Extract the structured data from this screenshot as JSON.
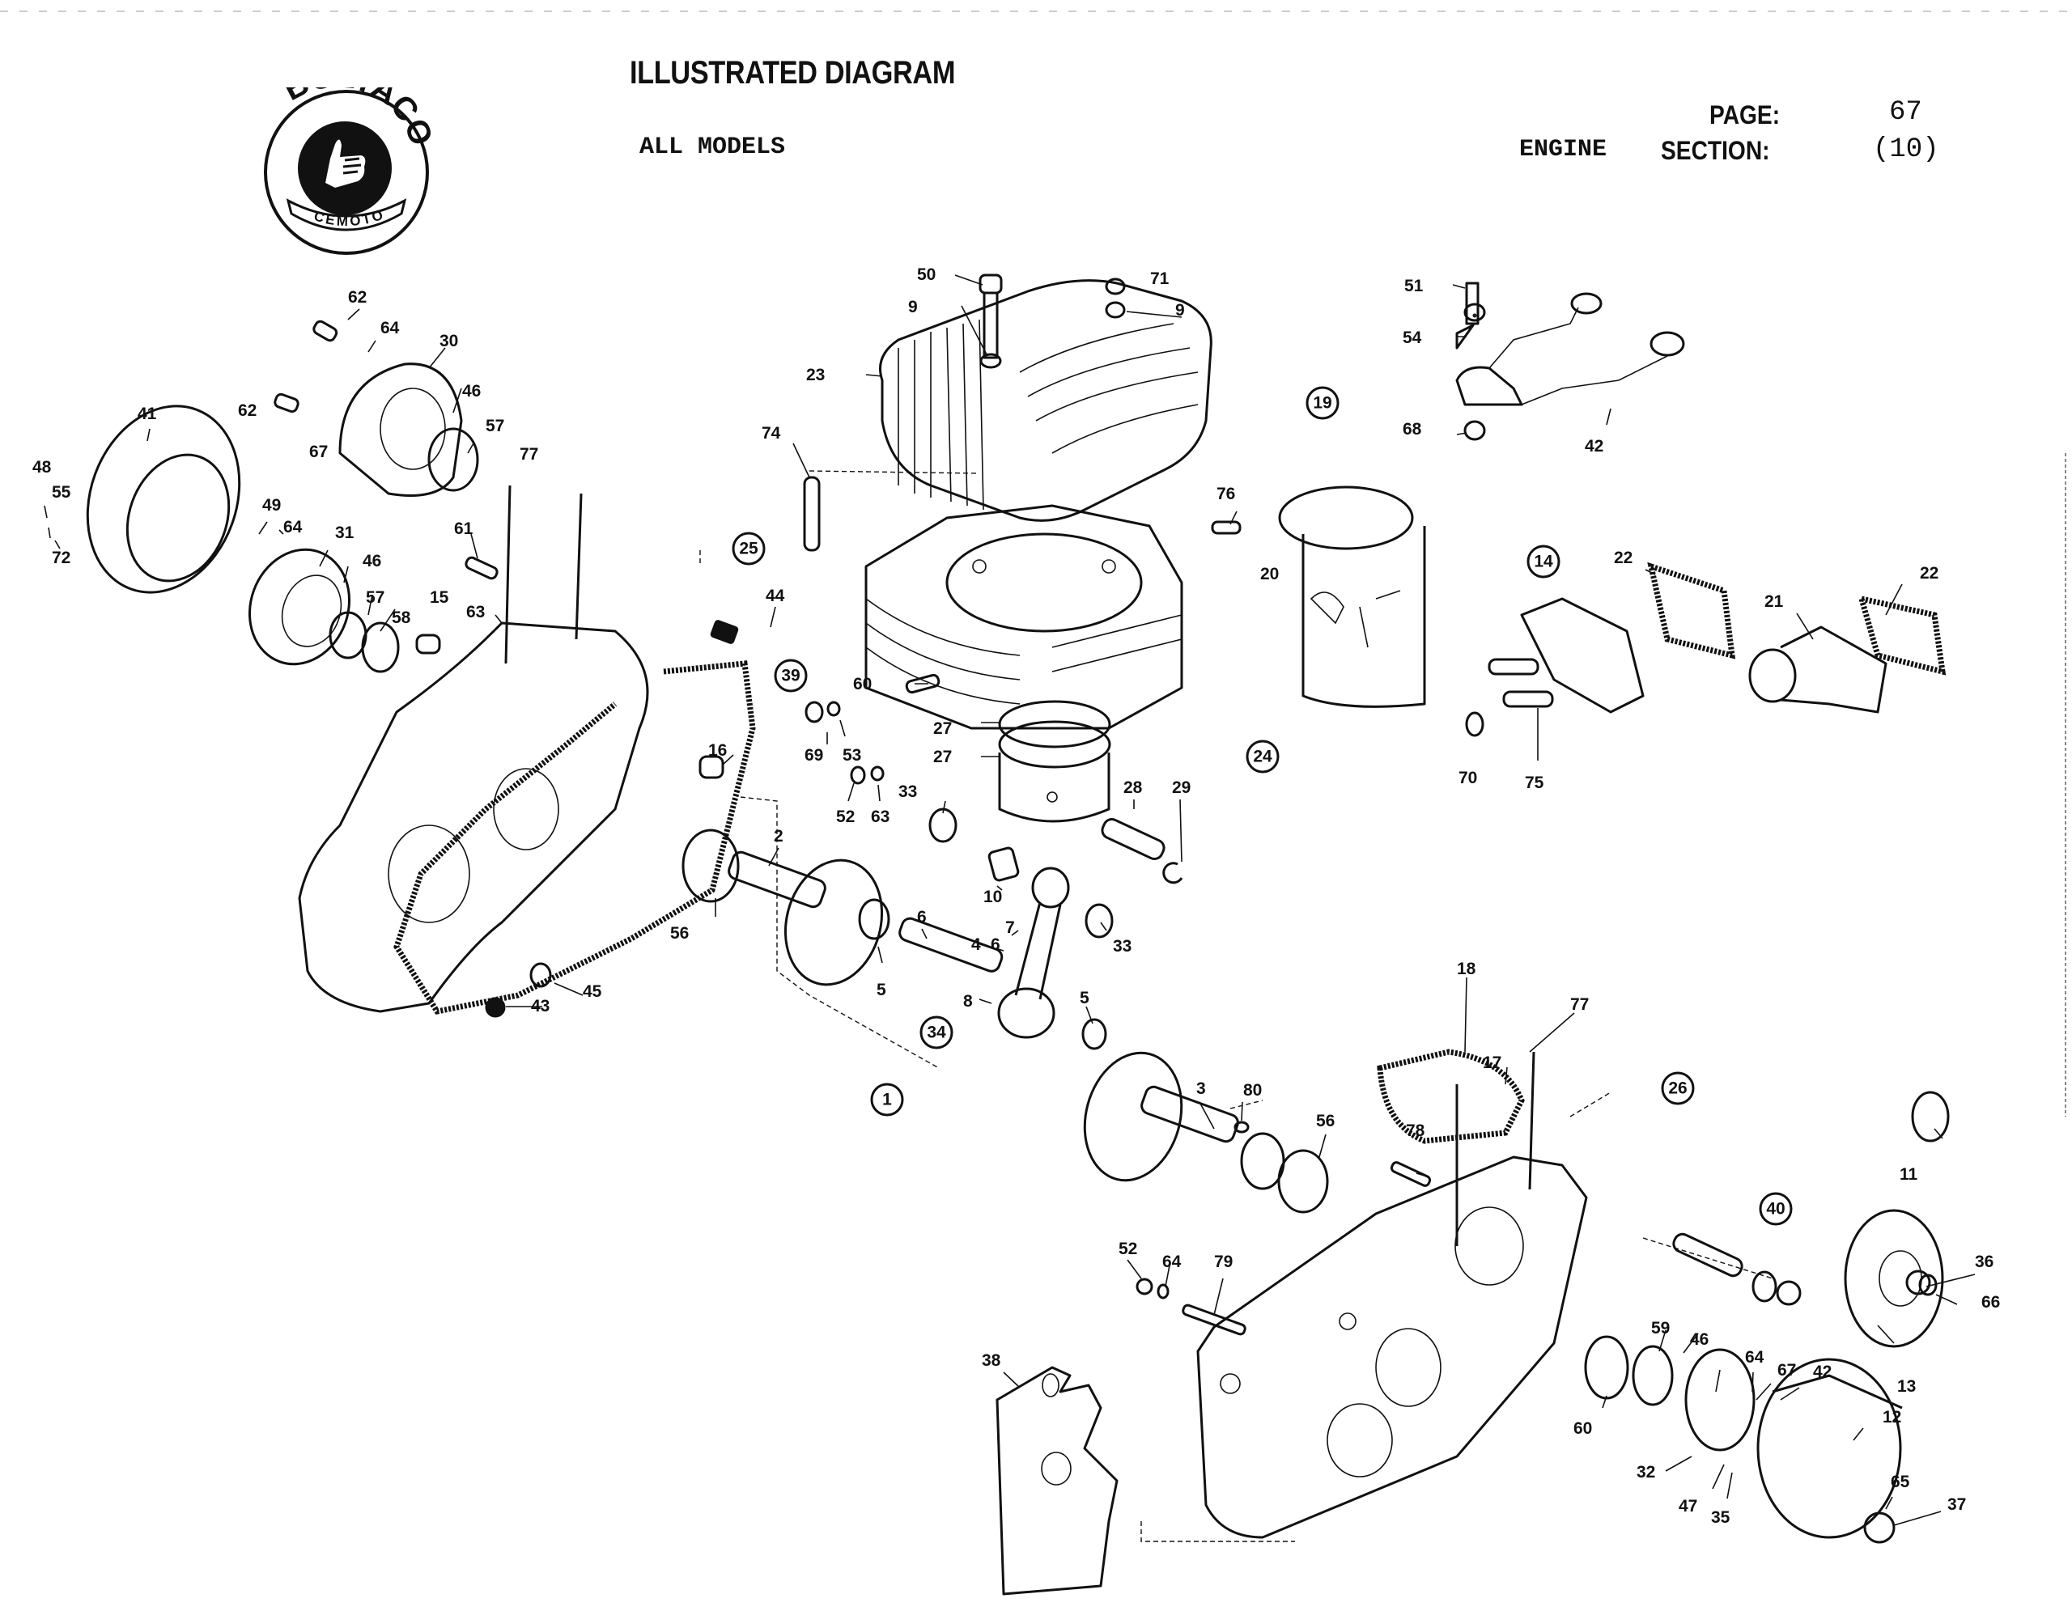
{
  "header": {
    "title": "ILLUSTRATED DIAGRAM",
    "models": "ALL MODELS",
    "page_label": "PAGE:",
    "page_number": "67",
    "engine_label": "ENGINE",
    "section_label": "SECTION:",
    "section_number": "(10)"
  },
  "logo": {
    "brand": "BULTACO",
    "ribbon": "CEMOTO",
    "icon": "thumbs-up-icon"
  },
  "callouts": [
    {
      "id": "50"
    },
    {
      "id": "71"
    },
    {
      "id": "9a",
      "label": "9"
    },
    {
      "id": "9b",
      "label": "9"
    },
    {
      "id": "23"
    },
    {
      "id": "74"
    },
    {
      "id": "76"
    },
    {
      "id": "20"
    },
    {
      "id": "51"
    },
    {
      "id": "54"
    },
    {
      "id": "68"
    },
    {
      "id": "42a",
      "label": "42"
    },
    {
      "id": "22a",
      "label": "22"
    },
    {
      "id": "22b",
      "label": "22"
    },
    {
      "id": "21"
    },
    {
      "id": "70"
    },
    {
      "id": "75"
    },
    {
      "id": "62a",
      "label": "62"
    },
    {
      "id": "64a",
      "label": "64"
    },
    {
      "id": "30"
    },
    {
      "id": "62b",
      "label": "62"
    },
    {
      "id": "67a",
      "label": "67"
    },
    {
      "id": "46a",
      "label": "46"
    },
    {
      "id": "57a",
      "label": "57"
    },
    {
      "id": "41"
    },
    {
      "id": "48"
    },
    {
      "id": "55"
    },
    {
      "id": "72"
    },
    {
      "id": "77a",
      "label": "77"
    },
    {
      "id": "49"
    },
    {
      "id": "64b",
      "label": "64"
    },
    {
      "id": "31"
    },
    {
      "id": "46b",
      "label": "46"
    },
    {
      "id": "61"
    },
    {
      "id": "57b",
      "label": "57"
    },
    {
      "id": "15"
    },
    {
      "id": "58"
    },
    {
      "id": "63a",
      "label": "63"
    },
    {
      "id": "44"
    },
    {
      "id": "16"
    },
    {
      "id": "69"
    },
    {
      "id": "53"
    },
    {
      "id": "52a",
      "label": "52"
    },
    {
      "id": "63b",
      "label": "63"
    },
    {
      "id": "33a",
      "label": "33"
    },
    {
      "id": "60a",
      "label": "60"
    },
    {
      "id": "27a",
      "label": "27"
    },
    {
      "id": "27b",
      "label": "27"
    },
    {
      "id": "28"
    },
    {
      "id": "29"
    },
    {
      "id": "2"
    },
    {
      "id": "56a",
      "label": "56"
    },
    {
      "id": "10"
    },
    {
      "id": "6a",
      "label": "6"
    },
    {
      "id": "7"
    },
    {
      "id": "4"
    },
    {
      "id": "6b",
      "label": "6"
    },
    {
      "id": "33b",
      "label": "33"
    },
    {
      "id": "5a",
      "label": "5"
    },
    {
      "id": "8"
    },
    {
      "id": "5b",
      "label": "5"
    },
    {
      "id": "45"
    },
    {
      "id": "43"
    },
    {
      "id": "18"
    },
    {
      "id": "77b",
      "label": "77"
    },
    {
      "id": "17"
    },
    {
      "id": "3"
    },
    {
      "id": "80"
    },
    {
      "id": "56b",
      "label": "56"
    },
    {
      "id": "78"
    },
    {
      "id": "11"
    },
    {
      "id": "52b",
      "label": "52"
    },
    {
      "id": "64c",
      "label": "64"
    },
    {
      "id": "79"
    },
    {
      "id": "38"
    },
    {
      "id": "36"
    },
    {
      "id": "66"
    },
    {
      "id": "59"
    },
    {
      "id": "46c",
      "label": "46"
    },
    {
      "id": "64d",
      "label": "64"
    },
    {
      "id": "67b",
      "label": "67"
    },
    {
      "id": "42b",
      "label": "42"
    },
    {
      "id": "13"
    },
    {
      "id": "12"
    },
    {
      "id": "60b",
      "label": "60"
    },
    {
      "id": "32"
    },
    {
      "id": "65"
    },
    {
      "id": "37"
    },
    {
      "id": "47"
    },
    {
      "id": "35"
    }
  ],
  "groups": [
    "19",
    "25",
    "14",
    "39",
    "24",
    "34",
    "1",
    "26",
    "40"
  ],
  "labels": {
    "c50": "50",
    "c71": "71",
    "c9a": "9",
    "c9b": "9",
    "c23": "23",
    "c74": "74",
    "c76": "76",
    "c20": "20",
    "c51": "51",
    "c54": "54",
    "c68": "68",
    "c42a": "42",
    "c22a": "22",
    "c22b": "22",
    "c21": "21",
    "c70": "70",
    "c75": "75",
    "c62a": "62",
    "c64a": "64",
    "c30": "30",
    "c62b": "62",
    "c67a": "67",
    "c46a": "46",
    "c57a": "57",
    "c41": "41",
    "c48": "48",
    "c55": "55",
    "c72": "72",
    "c77a": "77",
    "c49": "49",
    "c64b": "64",
    "c31": "31",
    "c46b": "46",
    "c61": "61",
    "c57b": "57",
    "c15": "15",
    "c58": "58",
    "c63a": "63",
    "c44": "44",
    "c16": "16",
    "c69": "69",
    "c53": "53",
    "c52a": "52",
    "c63b": "63",
    "c33a": "33",
    "c60a": "60",
    "c27a": "27",
    "c27b": "27",
    "c28": "28",
    "c29": "29",
    "c2": "2",
    "c56a": "56",
    "c10": "10",
    "c6a": "6",
    "c7": "7",
    "c4": "4",
    "c6b": "6",
    "c33b": "33",
    "c5a": "5",
    "c8": "8",
    "c5b": "5",
    "c45": "45",
    "c43": "43",
    "c18": "18",
    "c77b": "77",
    "c17": "17",
    "c3": "3",
    "c80": "80",
    "c56b": "56",
    "c78": "78",
    "c11": "11",
    "c52b": "52",
    "c64c": "64",
    "c79": "79",
    "c38": "38",
    "c36": "36",
    "c66": "66",
    "c59": "59",
    "c46c": "46",
    "c64d": "64",
    "c67b": "67",
    "c42b": "42",
    "c13": "13",
    "c12": "12",
    "c60b": "60",
    "c32": "32",
    "c65": "65",
    "c37": "37",
    "c47": "47",
    "c35": "35",
    "g19": "19",
    "g25": "25",
    "g14": "14",
    "g39": "39",
    "g24": "24",
    "g34": "34",
    "g1": "1",
    "g26": "26",
    "g40": "40"
  }
}
